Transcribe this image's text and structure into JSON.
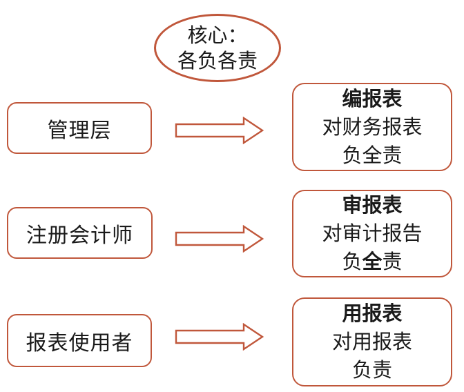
{
  "colors": {
    "accent": "#c0573b",
    "text": "#1a1a1a",
    "background": "#ffffff"
  },
  "diagram": {
    "core": {
      "line1": "核心：",
      "line2": "各负各责"
    },
    "rows": [
      {
        "actor": "管理层",
        "result_title": "编报表",
        "result_line2": "对财务报表",
        "result_line3": "负全责"
      },
      {
        "actor": "注册会计师",
        "result_title": "审报表",
        "result_line2": "对审计报告",
        "result_line3_pre": "负",
        "result_line3_emph": "全",
        "result_line3_post": "责"
      },
      {
        "actor": "报表使用者",
        "result_title": "用报表",
        "result_line2": "对用报表",
        "result_line3": "负责"
      }
    ]
  }
}
